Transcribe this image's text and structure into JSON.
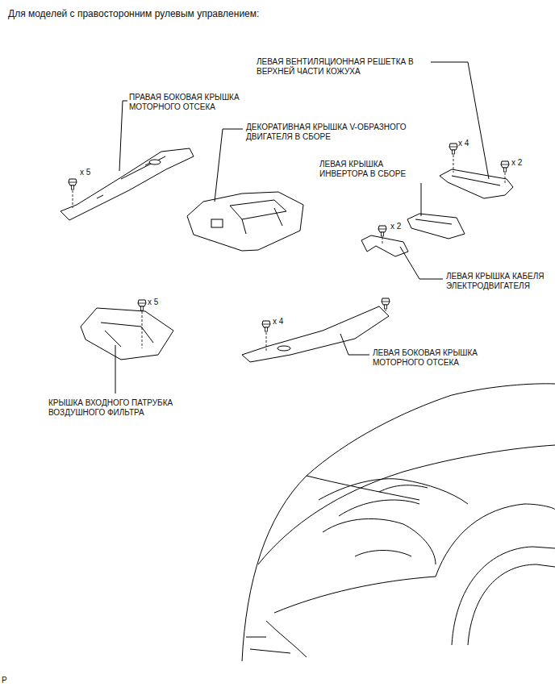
{
  "diagram": {
    "title": "Для моделей с правосторонним рулевым управлением:",
    "labels": [
      "ЛЕВАЯ ВЕНТИЛЯЦИОННАЯ РЕШЕТКА В ВЕРХНЕЙ ЧАСТИ КОЖУХА",
      "x 4",
      "x 2",
      "ПРАВАЯ БОКОВАЯ КРЫШКА МОТОРНОГО ОТСЕКА",
      "x 5",
      "ДЕКОРАТИВНАЯ КРЫШКА V-ОБРАЗНОГО ДВИГАТЕЛЯ В СБОРЕ",
      "ЛЕВАЯ КРЫШКА ИНВЕРТОРА В СБОРЕ",
      "x 2",
      "ЛЕВАЯ КРЫШКА КАБЕЛЯ ЭЛЕКТРОДВИГАТЕЛЯ",
      "x 5",
      "x 4",
      "ЛЕВАЯ БОКОВАЯ КРЫШКА МОТОРНОГО ОТСЕКА",
      "КРЫШКА ВХОДНОГО ПАТРУБКА ВОЗДУШНОГО ФИЛЬТРА",
      "P"
    ]
  }
}
